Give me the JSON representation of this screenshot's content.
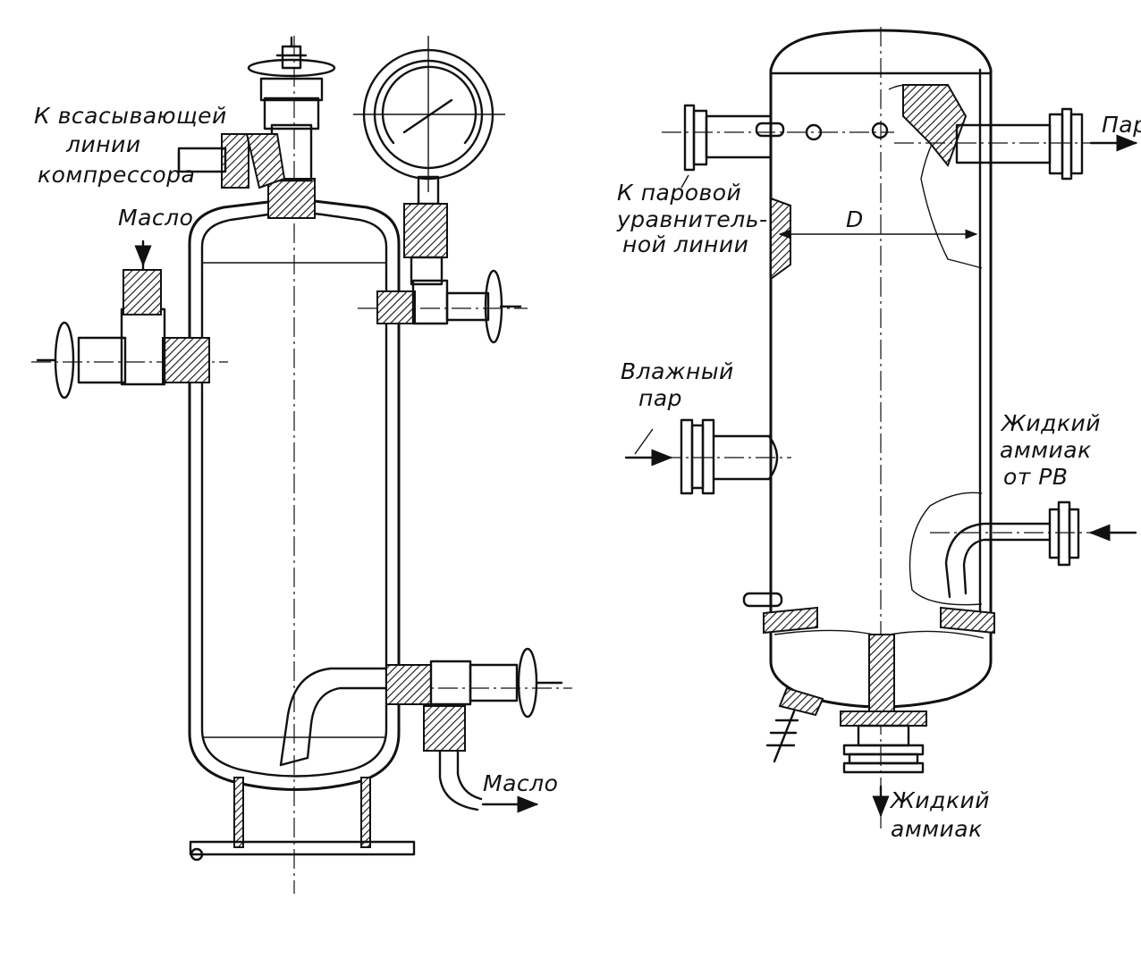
{
  "left_diagram": {
    "label_suction": [
      "К всасывающей",
      "линии",
      "компрессора"
    ],
    "label_oil_in": "Масло",
    "label_oil_out": "Масло"
  },
  "right_diagram": {
    "label_steam_out": "Пар",
    "label_equalizing": [
      "К паровой",
      "уравнитель-",
      "ной линии"
    ],
    "label_diameter": "D",
    "label_wet_steam": [
      "Влажный",
      "пар"
    ],
    "label_liquid_in": [
      "Жидкий",
      "аммиак",
      "от РВ"
    ],
    "label_liquid_out": [
      "Жидкий",
      "аммиак"
    ]
  }
}
